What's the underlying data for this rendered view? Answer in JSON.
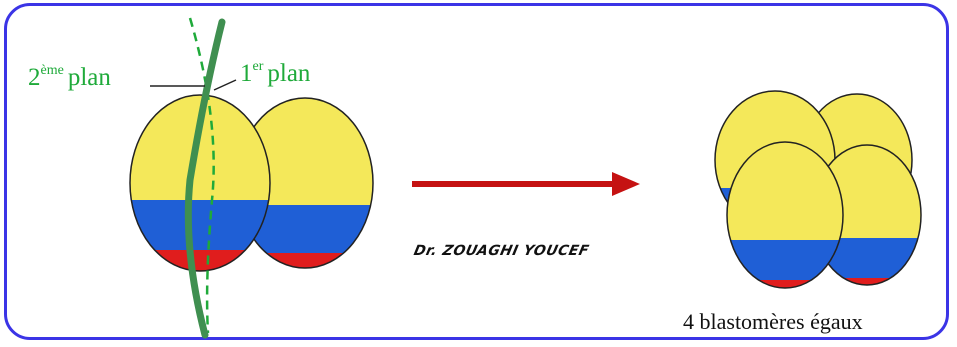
{
  "labels": {
    "second_plane_number": "2",
    "second_plane_sup": "ème",
    "second_plane_word": "plan",
    "first_plane_number": "1",
    "first_plane_sup": "er",
    "first_plane_word": "plan"
  },
  "signature": "Dr. ZOUAGHI YOUCEF",
  "caption": "4 blastomères égaux",
  "colors": {
    "border": "#3b34e6",
    "plane_green": "#1faa3a",
    "yolk_yellow": "#f4e85a",
    "band_blue": "#1f5fd6",
    "base_red": "#e01d1d",
    "arrow_red": "#c51212"
  },
  "icons": [
    "blastomere-cell-icon",
    "arrow-right-icon"
  ]
}
